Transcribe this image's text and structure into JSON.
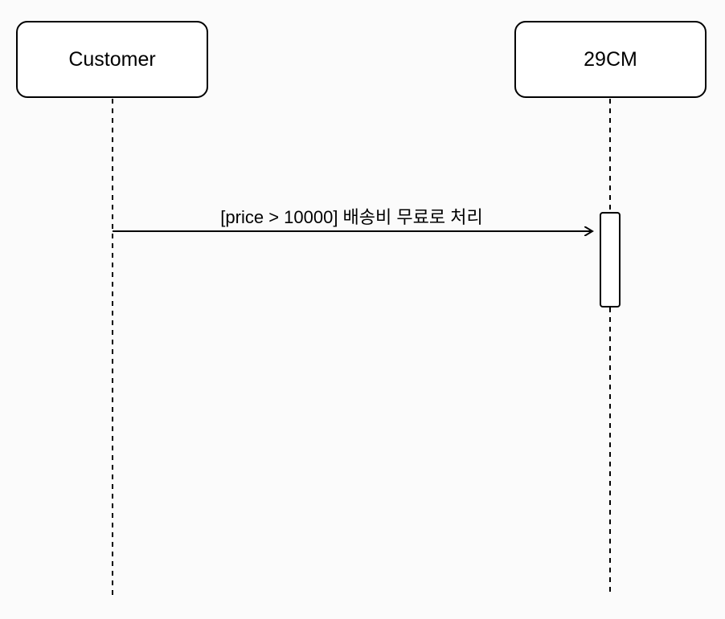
{
  "participants": {
    "customer": {
      "label": "Customer"
    },
    "29cm": {
      "label": "29CM"
    }
  },
  "messages": [
    {
      "from": "Customer",
      "to": "29CM",
      "label": "[price > 10000] 배송비 무료로 처리"
    }
  ],
  "colors": {
    "stroke": "#000000",
    "fill": "#ffffff",
    "background": "#fbfbfb"
  }
}
